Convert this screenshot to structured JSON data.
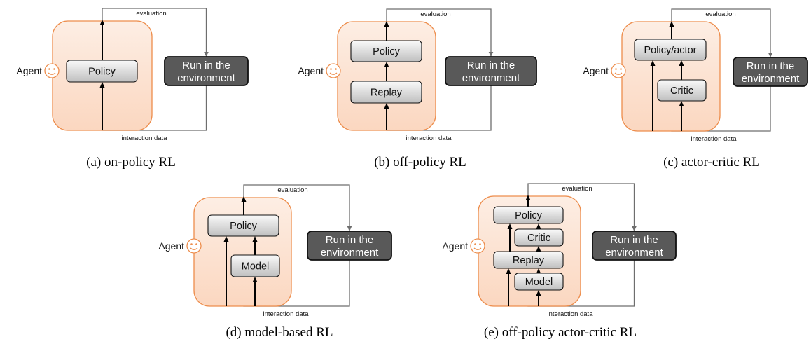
{
  "labels": {
    "agent": "Agent",
    "evaluation": "evaluation",
    "interaction_data": "interaction data",
    "env_line1": "Run in the",
    "env_line2": "environment"
  },
  "panels": [
    {
      "id": "a",
      "caption": "(a) on-policy RL",
      "components": [
        "Policy"
      ]
    },
    {
      "id": "b",
      "caption": "(b) off-policy RL",
      "components": [
        "Policy",
        "Replay"
      ]
    },
    {
      "id": "c",
      "caption": "(c) actor-critic RL",
      "components": [
        "Policy/actor",
        "Critic"
      ]
    },
    {
      "id": "d",
      "caption": "(d) model-based RL",
      "components": [
        "Policy",
        "Model"
      ]
    },
    {
      "id": "e",
      "caption": "(e) off-policy actor-critic RL",
      "components": [
        "Policy",
        "Critic",
        "Replay",
        "Model"
      ]
    }
  ],
  "colors": {
    "agent_fill_top": "#fdeee4",
    "agent_fill_bottom": "#fbd7c0",
    "agent_border": "#ed8d4c",
    "environment_fill": "#595959",
    "component_fill_top": "#fafafa",
    "component_fill_bottom": "#bfbfbf"
  },
  "icons": {
    "agent": "smiley-face-icon"
  }
}
